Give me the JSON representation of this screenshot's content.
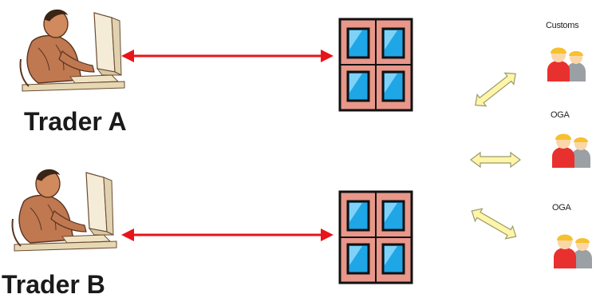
{
  "traders": [
    {
      "label": "Trader A",
      "icon": "trader-at-computer-icon"
    },
    {
      "label": "Trader B",
      "icon": "trader-at-computer-icon"
    }
  ],
  "agencies": [
    {
      "label": "Customs",
      "icon": "officials-icon"
    },
    {
      "label": "OGA",
      "icon": "officials-icon"
    },
    {
      "label": "OGA",
      "icon": "officials-icon"
    }
  ],
  "single_windows": [
    {
      "icon": "single-window-icon"
    },
    {
      "icon": "single-window-icon"
    }
  ],
  "colors": {
    "trader_connector": "#e8141a",
    "agency_connector_fill": "#fff5a8",
    "agency_connector_stroke": "#9a9a6a",
    "window_frame": "#e8978a",
    "window_border": "#111111",
    "window_pane": "#1fa6e6",
    "official_body": "#e8312f",
    "official_body_back": "#9aa0a4",
    "official_helmet": "#f6c12e",
    "official_skin": "#fbd6a8"
  }
}
